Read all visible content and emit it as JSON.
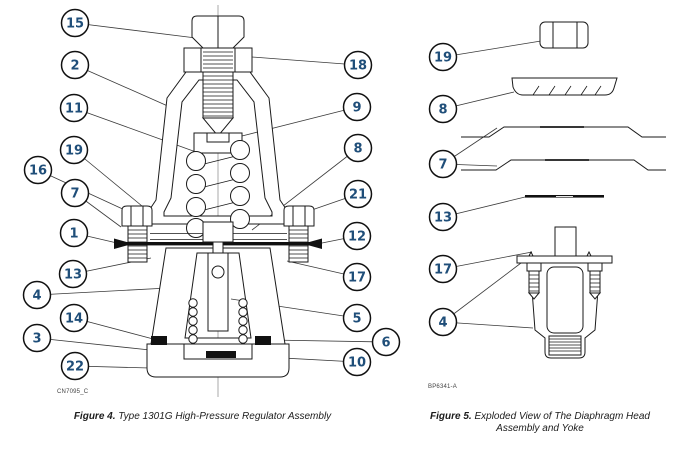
{
  "figure4": {
    "caption_prefix": "Figure 4.",
    "caption_text": " Type 1301G High-Pressure Regulator Assembly",
    "drawing_code": "CN7095_C",
    "callouts_left": [
      "15",
      "2",
      "11",
      "19",
      "16",
      "7",
      "1",
      "13",
      "4",
      "14",
      "3",
      "22"
    ],
    "callouts_right": [
      "18",
      "9",
      "8",
      "21",
      "12",
      "17",
      "5",
      "6",
      "10"
    ]
  },
  "figure5": {
    "caption_prefix": "Figure 5.",
    "caption_line1": " Exploded View of The Diaphragm Head",
    "caption_line2": "Assembly and Yoke",
    "drawing_code": "BP6341-A",
    "callouts": [
      "19",
      "8",
      "7",
      "13",
      "17",
      "4"
    ]
  },
  "colors": {
    "background": "#ffffff",
    "diagram_line": "#1a1a1a",
    "callout_number": "#1f4e79",
    "caption_text": "#1c1c1c",
    "seal_fill": "#111111"
  }
}
